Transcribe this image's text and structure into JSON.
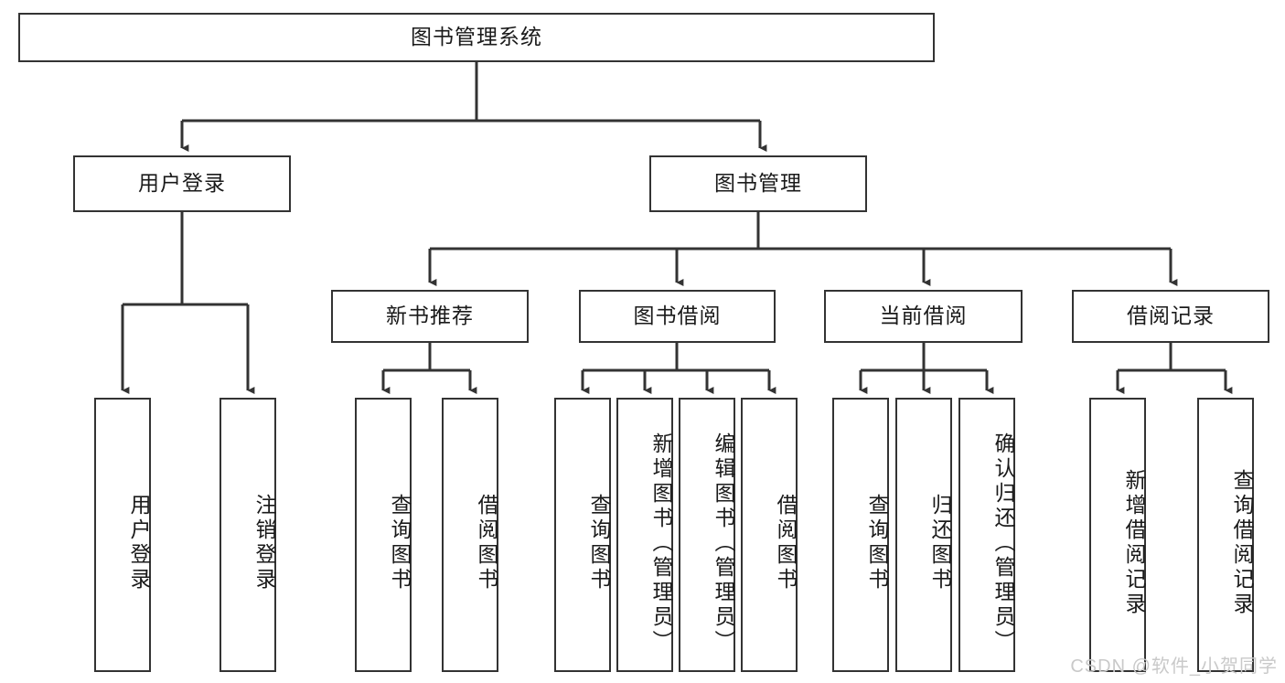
{
  "diagram": {
    "title_text": "图书管理系统",
    "type": "tree-hierarchy",
    "line_color": "#333333",
    "box_border_color": "#333333",
    "box_fill_color": "#ffffff",
    "text_color": "#1a1a1a"
  },
  "nodes": {
    "root": {
      "label": "图书管理系统"
    },
    "level2": [
      {
        "label": "用户登录"
      },
      {
        "label": "图书管理"
      }
    ],
    "level3": [
      {
        "label": "新书推荐"
      },
      {
        "label": "图书借阅"
      },
      {
        "label": "当前借阅"
      },
      {
        "label": "借阅记录"
      }
    ],
    "leaves": {
      "user_login": [
        {
          "label": "用户登录"
        },
        {
          "label": "注销登录"
        }
      ],
      "new_book_recommend": [
        {
          "label": "查询图书"
        },
        {
          "label": "借阅图书"
        }
      ],
      "book_borrow": [
        {
          "label": "查询图书"
        },
        {
          "label": "新增图书（管理员）"
        },
        {
          "label": "编辑图书（管理员）"
        },
        {
          "label": "借阅图书"
        }
      ],
      "current_borrow": [
        {
          "label": "查询图书"
        },
        {
          "label": "归还图书"
        },
        {
          "label": "确认归还（管理员）"
        }
      ],
      "borrow_record": [
        {
          "label": "新增借阅记录"
        },
        {
          "label": "查询借阅记录"
        }
      ]
    }
  },
  "watermark": {
    "text": "CSDN @软件_小贺同学"
  }
}
